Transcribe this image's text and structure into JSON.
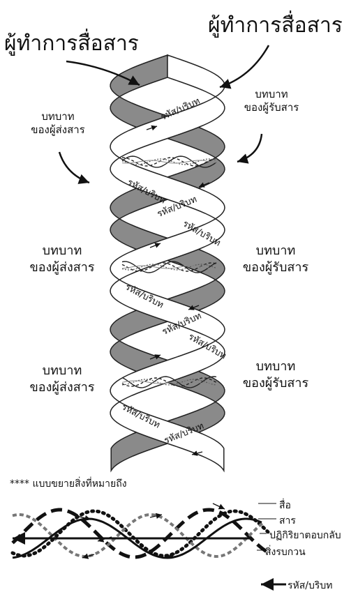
{
  "header": {
    "communicator_left": "ผู้ทำการสื่อสาร",
    "communicator_right": "ผู้ทำการสื่อสาร"
  },
  "helix": {
    "band_label": "รหัส/บริบท",
    "roles": [
      {
        "line1": "บทบาท",
        "line2": "ของผู้รับสาร"
      },
      {
        "line1": "บทบาท",
        "line2": "ของผู้ส่งสาร"
      },
      {
        "line1": "บทบาท",
        "line2": "ของผู้ส่งสาร"
      },
      {
        "line1": "บทบาท",
        "line2": "ของผู้รับสาร"
      },
      {
        "line1": "บทบาท",
        "line2": "ของผู้ส่งสาร"
      },
      {
        "line1": "บทบาท",
        "line2": "ของผู้รับสาร"
      }
    ],
    "colors": {
      "ribbon_dark": "#8a8a8a",
      "ribbon_light": "#ffffff",
      "stroke": "#222222"
    }
  },
  "legend": {
    "note": "**** แบบขยายสิ่งที่หมายถึง",
    "items": [
      "สื่อ",
      "สาร",
      "ปฏิกิริยาตอบกลับ",
      "สิ่งรบกวน",
      "รหัส/บริบท"
    ]
  }
}
